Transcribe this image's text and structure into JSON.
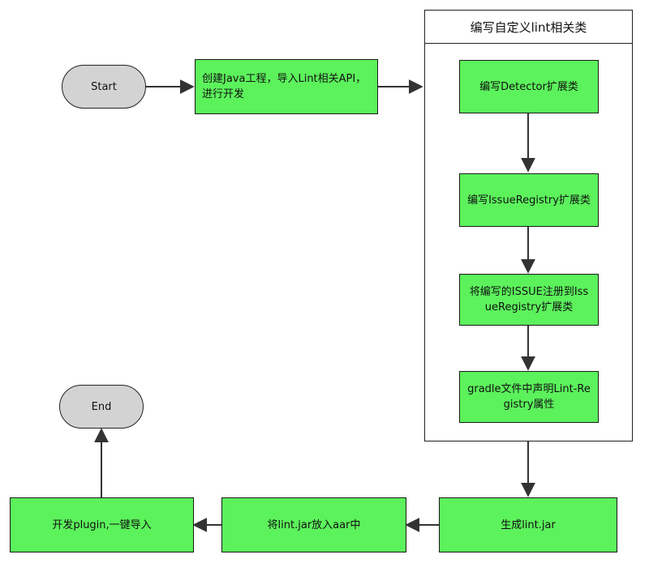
{
  "group": {
    "title": "编写自定义lint相关类"
  },
  "nodes": {
    "start": "Start",
    "create_java": "创建Java工程，导入Lint相关API，进行开发",
    "detector": "编写Detector扩展类",
    "issue_registry": "编写IssueRegistry扩展类",
    "register_issue": "将编写的ISSUE注册到IssueRegistry扩展类",
    "gradle": "gradle文件中声明Lint-Registry属性",
    "gen_jar": "生成lint.jar",
    "put_aar": "将lint.jar放入aar中",
    "plugin": "开发plugin,一键导入",
    "end": "End"
  },
  "colors": {
    "process": "#5cf25c",
    "terminal": "#d3d3d3",
    "line": "#333333"
  }
}
